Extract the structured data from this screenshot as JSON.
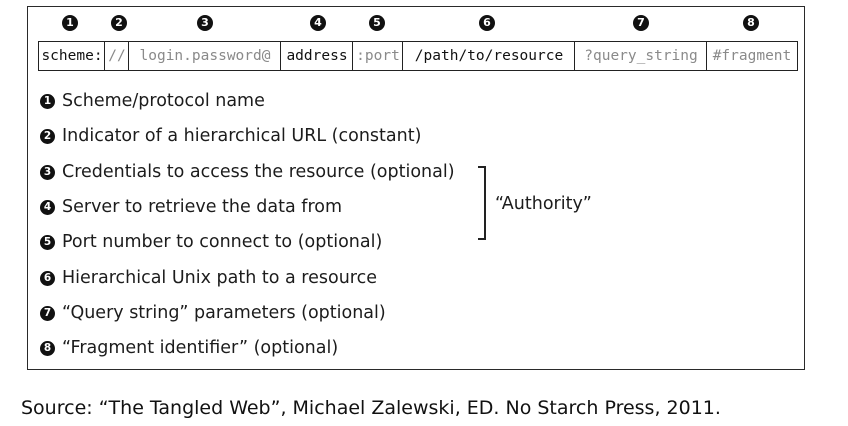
{
  "markers": [
    "1",
    "2",
    "3",
    "4",
    "5",
    "6",
    "7",
    "8"
  ],
  "url_segments": [
    {
      "text": "scheme:",
      "style": "strong"
    },
    {
      "text": "//",
      "style": "dim"
    },
    {
      "text": "login.password@",
      "style": "dim"
    },
    {
      "text": "address",
      "style": "strong"
    },
    {
      "text": ":port",
      "style": "dim"
    },
    {
      "text": "/path/to/resource",
      "style": "strong"
    },
    {
      "text": "?query_string",
      "style": "dim"
    },
    {
      "text": "#fragment",
      "style": "dim"
    }
  ],
  "legend": [
    {
      "num": "1",
      "text": "Scheme/protocol name"
    },
    {
      "num": "2",
      "text": "Indicator of a hierarchical URL (constant)"
    },
    {
      "num": "3",
      "text": "Credentials to access the resource (optional)"
    },
    {
      "num": "4",
      "text": "Server to retrieve the data from"
    },
    {
      "num": "5",
      "text": "Port number to connect to (optional)"
    },
    {
      "num": "6",
      "text": "Hierarchical Unix path to a resource"
    },
    {
      "num": "7",
      "text": "“Query string” parameters (optional)"
    },
    {
      "num": "8",
      "text": "“Fragment identifier” (optional)"
    }
  ],
  "authority_label": "“Authority”",
  "source": "Source: “The Tangled Web”, Michael Zalewski, ED. No Starch Press, 2011.",
  "colors": {
    "marker_bg": "#111111",
    "strong_text": "#111111",
    "dim_text": "#8a8a8a",
    "border": "#222222"
  }
}
